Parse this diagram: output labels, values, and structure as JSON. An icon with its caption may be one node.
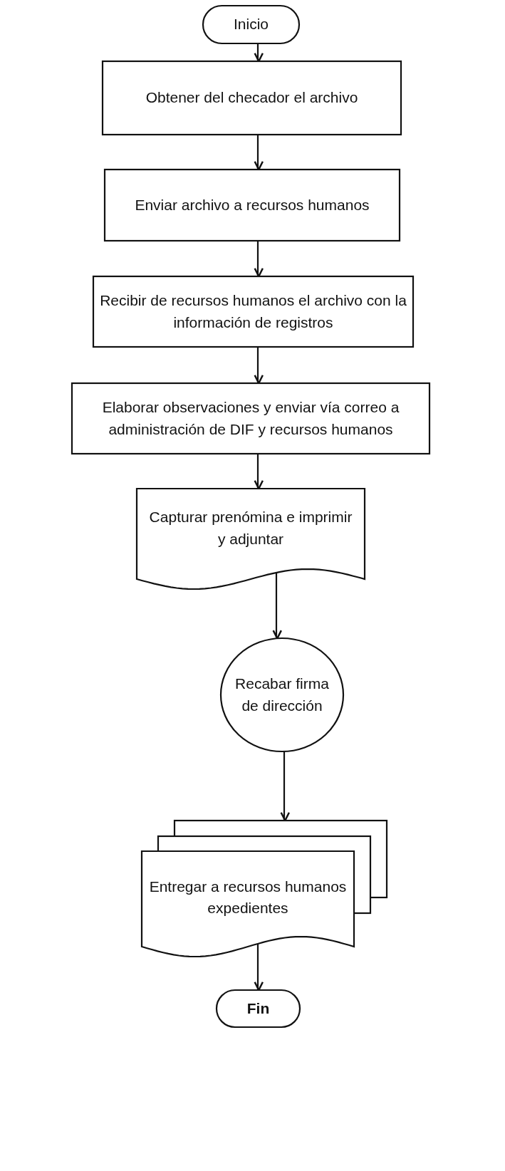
{
  "diagram": {
    "nodes": [
      {
        "text": [
          "Inicio"
        ]
      },
      {
        "text": [
          "Obtener del checador el archivo"
        ]
      },
      {
        "text": [
          "Enviar archivo a recursos humanos"
        ]
      },
      {
        "text": [
          "Recibir de recursos humanos el archivo con la información de registros"
        ]
      },
      {
        "text": [
          "Elaborar observaciones  y enviar vía correo a administración de DIF y recursos humanos"
        ]
      },
      {
        "text": [
          "Capturar prenómina e imprimir y adjuntar"
        ]
      },
      {
        "text": [
          "Recabar firma de dirección"
        ]
      },
      {
        "text": [
          "Entregar a recursos humanos expedientes"
        ]
      },
      {
        "text": [
          "Fin"
        ]
      }
    ],
    "edges": [
      {
        "from": 0,
        "to": 1,
        "arrow": "to"
      },
      {
        "from": 1,
        "to": 2,
        "arrow": "to"
      },
      {
        "from": 2,
        "to": 3,
        "arrow": "to"
      },
      {
        "from": 3,
        "to": 4,
        "arrow": "to"
      },
      {
        "from": 4,
        "to": 5,
        "arrow": "to"
      },
      {
        "from": 5,
        "to": 6,
        "arrow": "to"
      },
      {
        "from": 6,
        "to": 7,
        "arrow": "to"
      },
      {
        "from": 7,
        "to": 8,
        "arrow": "to"
      }
    ]
  }
}
